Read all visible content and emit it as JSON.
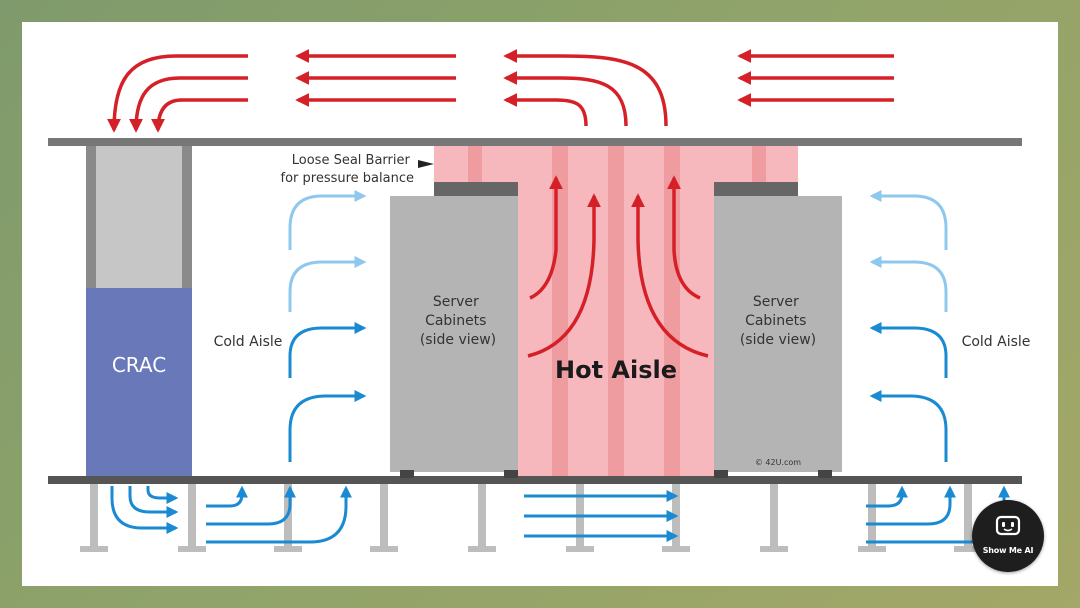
{
  "labels": {
    "crac": "CRAC",
    "cold_aisle_left": "Cold Aisle",
    "cold_aisle_right": "Cold Aisle",
    "hot_aisle": "Hot Aisle",
    "barrier_line1": "Loose Seal Barrier",
    "barrier_line2": "for pressure balance",
    "cabinet_left": [
      "Server",
      "Cabinets",
      "(side view)"
    ],
    "cabinet_right": [
      "Server",
      "Cabinets",
      "(side view)"
    ],
    "copyright": "© 42U.com"
  },
  "badge": {
    "text": "Show Me AI",
    "icon": "robot-face-icon"
  },
  "colors": {
    "hot_air": "#d62027",
    "cold_air_dark": "#1a8ad2",
    "cold_air_light": "#8fc8ee",
    "crac": "#6878b8",
    "cabinet": "#b4b4b4",
    "hot_aisle_fill": "#f6b8bc",
    "hot_aisle_stripe": "#ef9ca1",
    "structure": "#777777"
  }
}
